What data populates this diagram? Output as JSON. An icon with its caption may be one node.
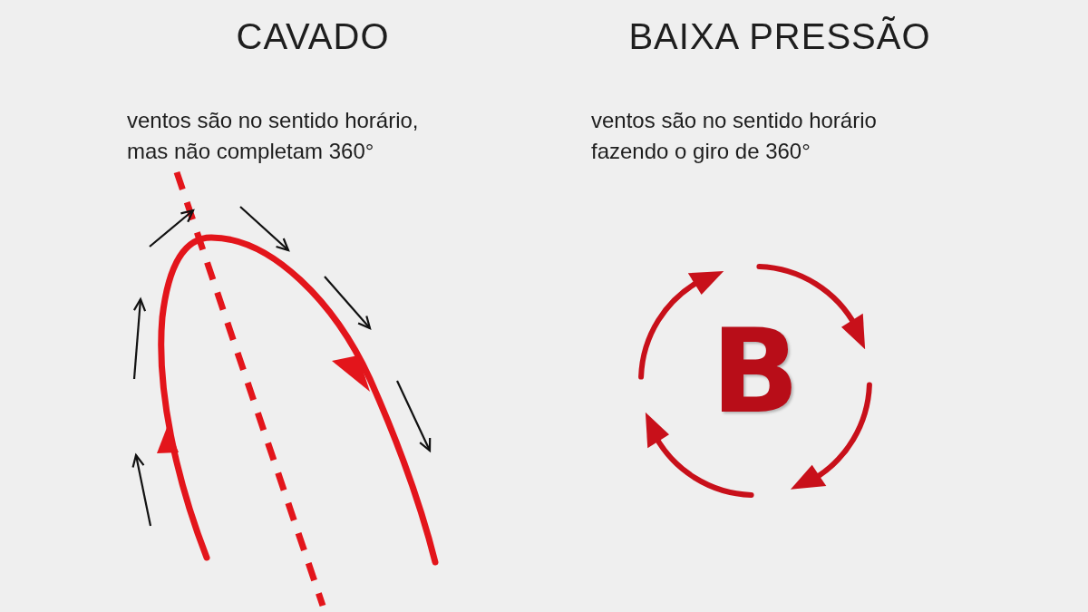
{
  "diagram": {
    "labels": [
      "CAVADO",
      "BAIXA PRESSÃO",
      "ventos são no sentido horário, mas não completam 360°",
      "ventos são no sentido horário fazendo o giro de 360°",
      "B"
    ]
  }
}
